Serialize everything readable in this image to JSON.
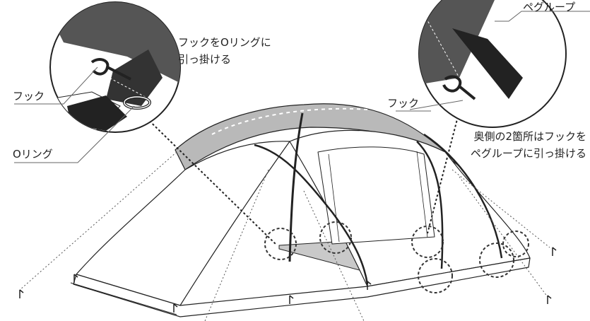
{
  "labels": {
    "hook_left": "フック",
    "o_ring": "Oリング",
    "instruction_left": [
      "フックをOリングに",
      "引っ掛ける"
    ],
    "peg_loop": "ペグループ",
    "hook_right": "フック",
    "instruction_right": [
      "奥側の2箇所はフックを",
      "ペグループに引っ掛ける"
    ]
  },
  "colors": {
    "outline": "#222222",
    "fabric_dark": "#555555",
    "canopy_gray": "#b9b9b9",
    "floor_gray": "#c9c9c9",
    "leader_line": "#666666"
  },
  "icons": {
    "stake": "peg-icon",
    "detail": "magnifier-callout"
  }
}
